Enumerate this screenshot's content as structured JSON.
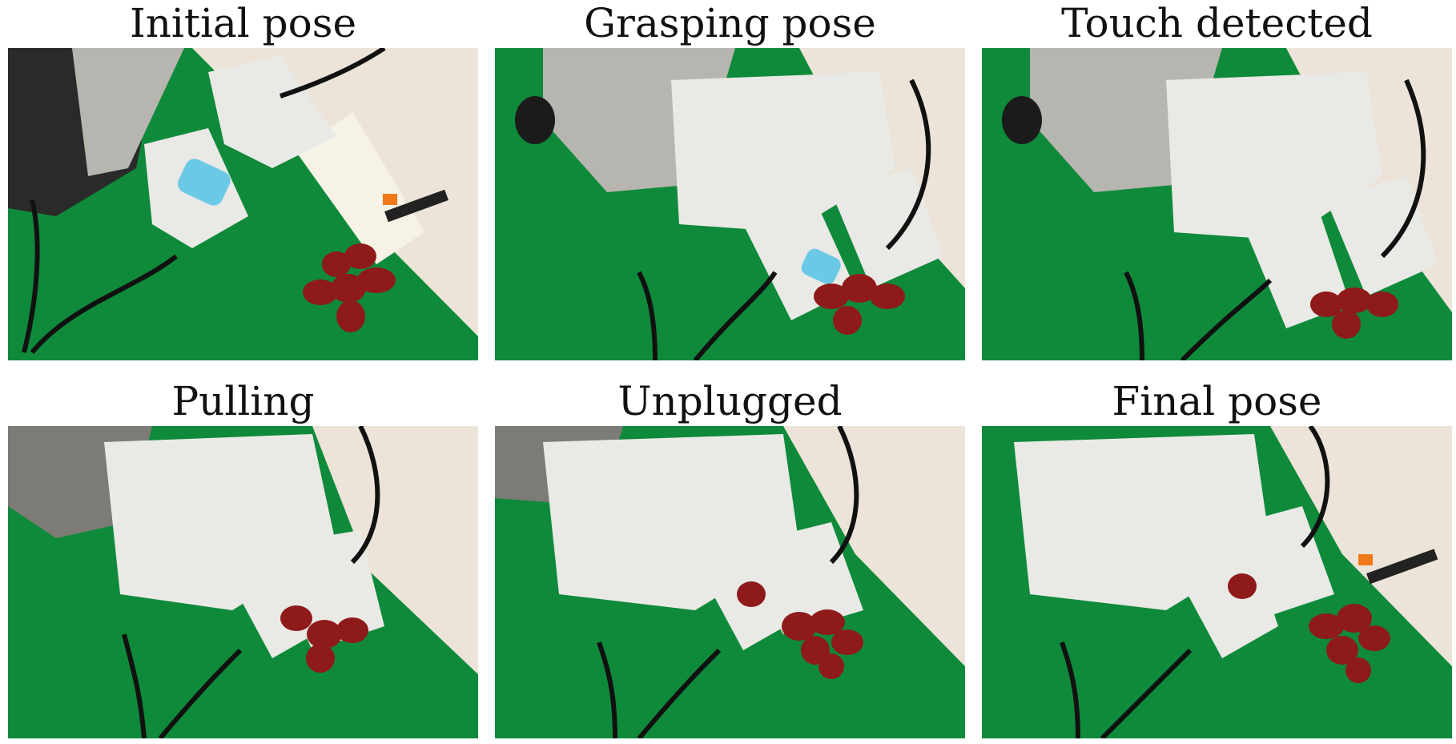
{
  "figure": {
    "panels": [
      {
        "caption": "Initial pose"
      },
      {
        "caption": "Grasping pose"
      },
      {
        "caption": "Touch detected"
      },
      {
        "caption": "Pulling"
      },
      {
        "caption": "Unplugged"
      },
      {
        "caption": "Final pose"
      }
    ],
    "colors": {
      "green_screen": "#0f8a3a",
      "wall": "#ece4d8",
      "gripper": "#e9e9e6",
      "robot_metal": "#b7b5b0",
      "cable": "#111111",
      "grape": "#8e1a1a"
    }
  }
}
